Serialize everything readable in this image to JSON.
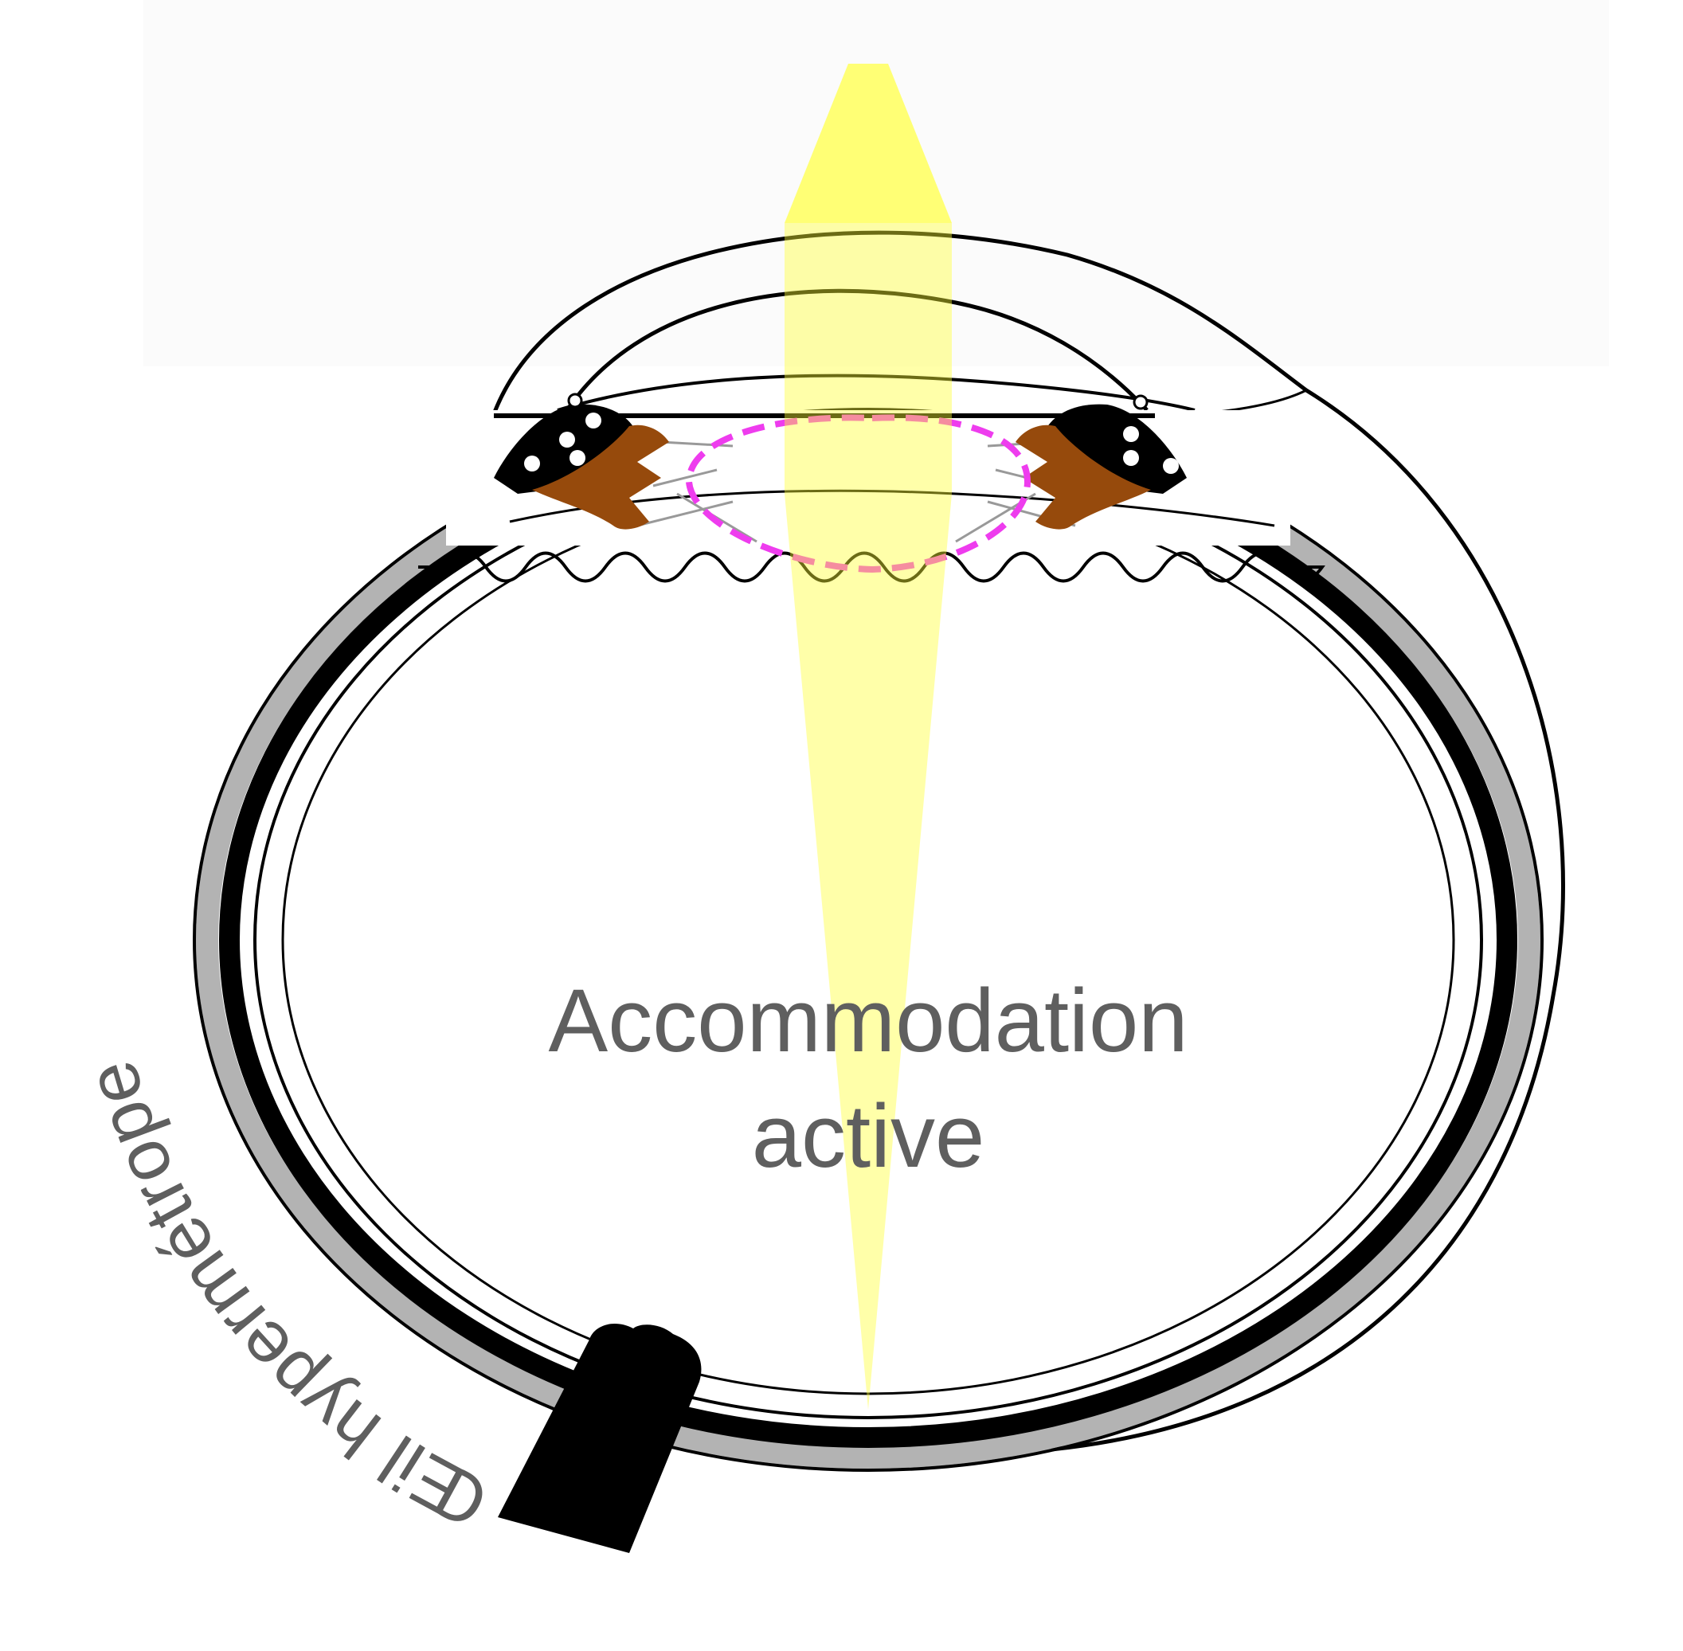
{
  "center_label": {
    "line1": "Accommodation",
    "line2": "active"
  },
  "curved_label": "Œil hypermétrope",
  "colors": {
    "light_beam": "#ffff66",
    "ciliary_muscle": "#964a0c",
    "lens_outline": "#ee3cee",
    "sclera_band": "#b3b3b3",
    "label_text": "#5f5f5f"
  }
}
